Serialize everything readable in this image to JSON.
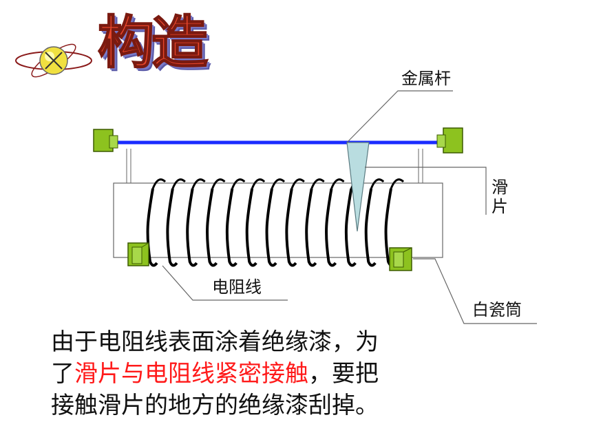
{
  "title": "构造",
  "labels": {
    "rod": "金属杆",
    "slider": "滑片",
    "wire": "电阻线",
    "tube": "白瓷筒"
  },
  "paragraph": {
    "line1": "由于电阻线表面涂着绝缘漆，为",
    "line2_prefix": "了",
    "line2_highlight": "滑片与电阻线紧密接触",
    "line2_suffix": "，要把",
    "line3": "接触滑片的地方的绝缘漆刮掉。"
  },
  "colors": {
    "title": "#e8472c",
    "highlight": "#ff1a1a",
    "rod": "#1a2cff",
    "terminal": "#8dc21f",
    "slider": "#b9dde0",
    "coil": "#000000"
  },
  "icons": [
    "atom-orbit-icon"
  ],
  "coil_turns": 13
}
